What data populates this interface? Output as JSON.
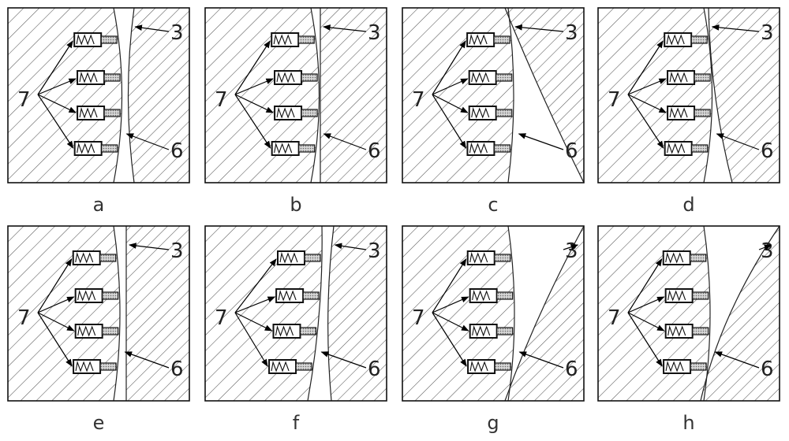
{
  "figure": {
    "panels": [
      {
        "id": "a",
        "label": "a",
        "gap_type": "a",
        "labels": {
          "seven": "7",
          "three": "3",
          "six": "6"
        }
      },
      {
        "id": "b",
        "label": "b",
        "gap_type": "b",
        "labels": {
          "seven": "7",
          "three": "3",
          "six": "6"
        }
      },
      {
        "id": "c",
        "label": "c",
        "gap_type": "c",
        "labels": {
          "seven": "7",
          "three": "3",
          "six": "6"
        }
      },
      {
        "id": "d",
        "label": "d",
        "gap_type": "d",
        "labels": {
          "seven": "7",
          "three": "3",
          "six": "6"
        }
      },
      {
        "id": "e",
        "label": "e",
        "gap_type": "e",
        "labels": {
          "seven": "7",
          "three": "3",
          "six": "6"
        }
      },
      {
        "id": "f",
        "label": "f",
        "gap_type": "f",
        "labels": {
          "seven": "7",
          "three": "3",
          "six": "6"
        }
      },
      {
        "id": "g",
        "label": "g",
        "gap_type": "g",
        "labels": {
          "seven": "7",
          "three": "3",
          "six": "6"
        }
      },
      {
        "id": "h",
        "label": "h",
        "gap_type": "h",
        "labels": {
          "seven": "7",
          "three": "3",
          "six": "6"
        }
      }
    ],
    "sensor_count": 4
  }
}
